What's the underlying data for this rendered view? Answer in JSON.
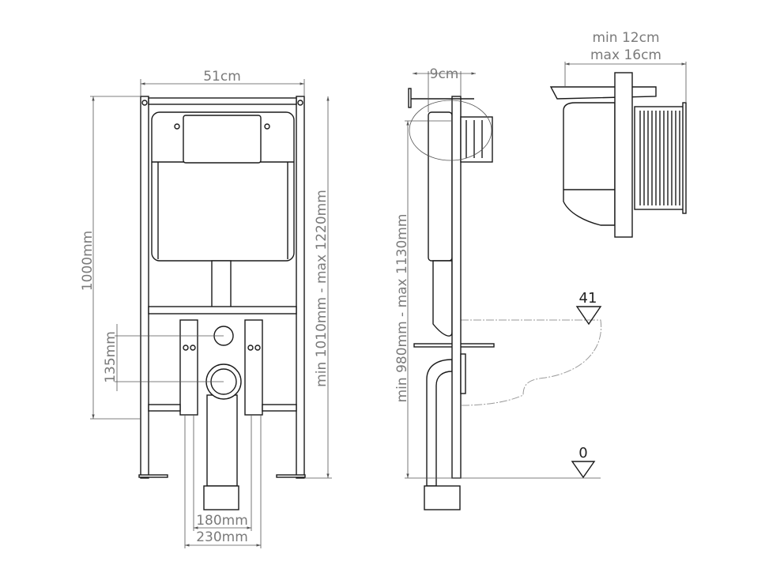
{
  "front_view": {
    "width_label": "51cm",
    "height_label": "1000mm",
    "adjustable_height_label": "min 1010mm - max 1220mm",
    "outlet_spacing_label": "135mm",
    "bolt_spacing_inner_label": "180mm",
    "bolt_spacing_outer_label": "230mm"
  },
  "side_view": {
    "depth_label": "9cm",
    "adjustable_height_label": "min 980mm - max 1130mm",
    "bowl_level_label": "41",
    "floor_level_label": "0"
  },
  "detail_view": {
    "depth_min_label": "min 12cm",
    "depth_max_label": "max 16cm"
  }
}
